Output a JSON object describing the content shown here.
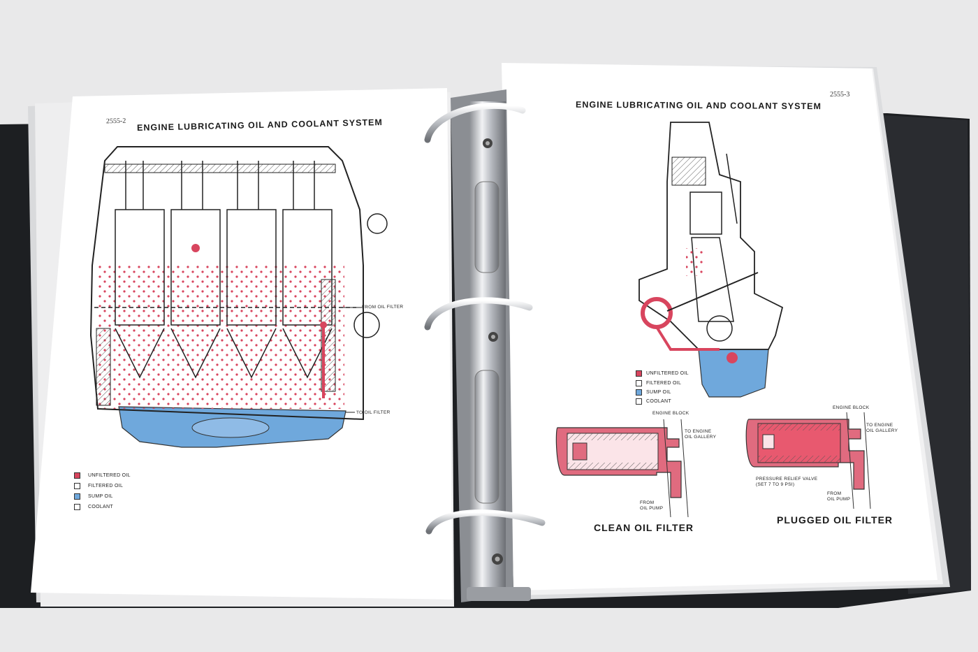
{
  "left_page": {
    "page_number": "2555-2",
    "title": "ENGINE LUBRICATING OIL AND COOLANT SYSTEM",
    "callouts": {
      "from_oil_filter": "FROM OIL FILTER",
      "to_oil_filter": "TO OIL FILTER"
    },
    "legend": [
      {
        "label": "UNFILTERED OIL",
        "color": "#d8455e"
      },
      {
        "label": "FILTERED OIL",
        "color": "#ffffff"
      },
      {
        "label": "SUMP OIL",
        "color": "#6fa8dc"
      },
      {
        "label": "COOLANT",
        "color": "#ffffff"
      }
    ]
  },
  "right_page": {
    "page_number": "2555-3",
    "title": "ENGINE LUBRICATING OIL AND COOLANT SYSTEM",
    "legend": [
      {
        "label": "UNFILTERED OIL",
        "color": "#d8455e"
      },
      {
        "label": "FILTERED OIL",
        "color": "#ffffff"
      },
      {
        "label": "SUMP OIL",
        "color": "#6fa8dc"
      },
      {
        "label": "COOLANT",
        "color": "#ffffff"
      }
    ],
    "clean_filter": {
      "caption": "CLEAN OIL FILTER",
      "engine_block": "ENGINE BLOCK",
      "to_gallery_1": "TO ENGINE",
      "to_gallery_2": "OIL GALLERY",
      "from_pump_1": "FROM",
      "from_pump_2": "OIL PUMP"
    },
    "plugged_filter": {
      "caption": "PLUGGED OIL FILTER",
      "engine_block": "ENGINE BLOCK",
      "to_gallery_1": "TO ENGINE",
      "to_gallery_2": "OIL GALLERY",
      "relief_1": "PRESSURE RELIEF VALVE",
      "relief_2": "(SET 7 TO 9 PSI)",
      "from_pump_1": "FROM",
      "from_pump_2": "OIL PUMP"
    }
  },
  "colors": {
    "binder": "#1d1f22",
    "paper": "#ffffff",
    "unfiltered_oil": "#d8455e",
    "sump_oil": "#6fa8dc",
    "ring_metal": "#c9ccd1"
  }
}
